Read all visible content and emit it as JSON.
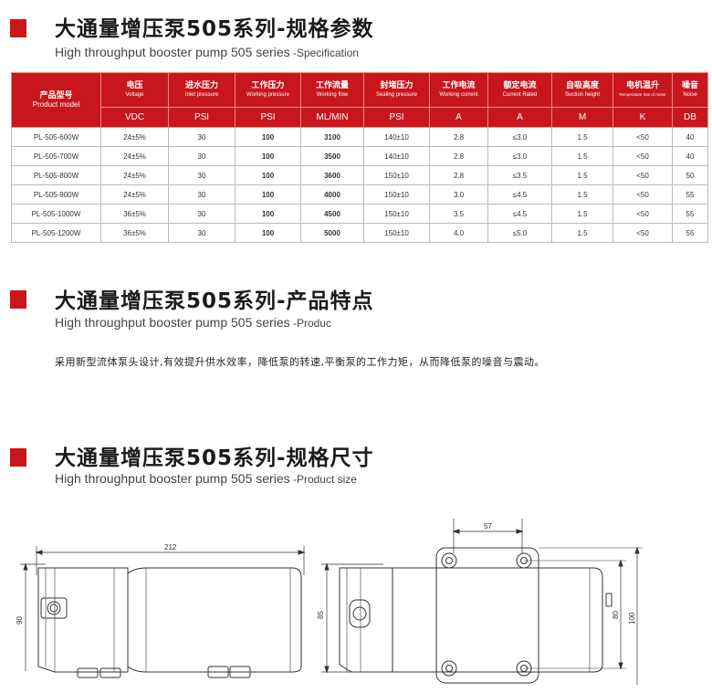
{
  "colors": {
    "accent": "#c8161d"
  },
  "section1": {
    "title": "大通量增压泵505系列-规格参数",
    "subtitle": "High throughput booster pump 505 series",
    "subtitle_suffix": " -Specification"
  },
  "table": {
    "headers": [
      {
        "zh": "产品型号",
        "en": "Product model"
      },
      {
        "zh": "电压",
        "en": "Voltage"
      },
      {
        "zh": "进水压力",
        "en": "Inlet pressure"
      },
      {
        "zh": "工作压力",
        "en": "Working pressure"
      },
      {
        "zh": "工作流量",
        "en": "Working flow"
      },
      {
        "zh": "封堵压力",
        "en": "Sealing pressure"
      },
      {
        "zh": "工作电流",
        "en": "Working current"
      },
      {
        "zh": "额定电流",
        "en": "Current Rated"
      },
      {
        "zh": "自吸高度",
        "en": "Suction height"
      },
      {
        "zh": "电机温升",
        "en": "Temperature rise of motor"
      },
      {
        "zh": "噪音",
        "en": "Noise"
      }
    ],
    "units": [
      "VDC",
      "PSI",
      "PSI",
      "ML/MIN",
      "PSI",
      "A",
      "A",
      "M",
      "K",
      "DB"
    ],
    "rows": [
      [
        "PL-505-600W",
        "24±5%",
        "30",
        "100",
        "3100",
        "140±10",
        "2.8",
        "≤3.0",
        "1.5",
        "<50",
        "40"
      ],
      [
        "PL-505-700W",
        "24±5%",
        "30",
        "100",
        "3500",
        "140±10",
        "2.8",
        "≤3.0",
        "1.5",
        "<50",
        "40"
      ],
      [
        "PL-505-800W",
        "24±5%",
        "30",
        "100",
        "3600",
        "150±10",
        "2.8",
        "≤3.5",
        "1.5",
        "<50",
        "50"
      ],
      [
        "PL-505-900W",
        "24±5%",
        "30",
        "100",
        "4000",
        "150±10",
        "3.0",
        "≤4.5",
        "1.5",
        "<50",
        "55"
      ],
      [
        "PL-505-1000W",
        "36±5%",
        "30",
        "100",
        "4500",
        "150±10",
        "3.5",
        "≤4.5",
        "1.5",
        "<50",
        "55"
      ],
      [
        "PL-505-1200W",
        "36±5%",
        "30",
        "100",
        "5000",
        "150±10",
        "4.0",
        "≤5.0",
        "1.5",
        "<50",
        "55"
      ]
    ]
  },
  "section2": {
    "title": "大通量增压泵505系列-产品特点",
    "subtitle": "High throughput booster pump 505 series",
    "subtitle_suffix": " -Produc",
    "description": "采用新型流体泵头设计,有效提升供水效率，降低泵的转速,平衡泵的工作力矩，从而降低泵的噪音与震动。"
  },
  "section3": {
    "title": "大通量增压泵505系列-规格尺寸",
    "subtitle": "High throughput booster pump 505 series",
    "subtitle_suffix": " -Product size"
  },
  "dimensions": {
    "length": "212",
    "height_side": "90",
    "height_front": "85",
    "mount_spacing": "57",
    "mount_height": "80",
    "overall_height": "100"
  }
}
